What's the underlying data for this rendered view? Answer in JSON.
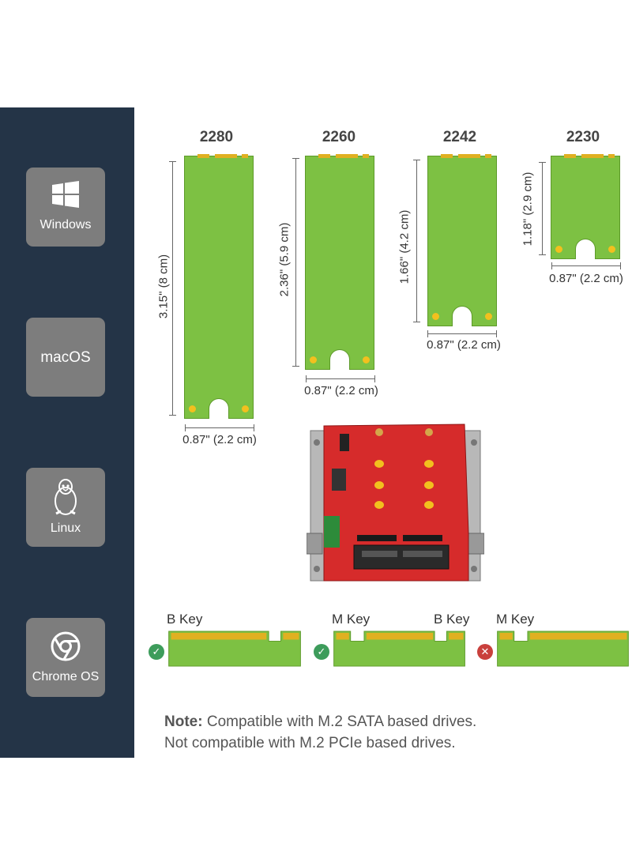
{
  "os_list": [
    {
      "label": "Windows",
      "icon": "windows-icon"
    },
    {
      "label": "macOS",
      "icon": ""
    },
    {
      "label": "Linux",
      "icon": "tux-penguin-icon"
    },
    {
      "label": "Chrome OS",
      "icon": "chrome-icon"
    }
  ],
  "modules": [
    {
      "size": "2280",
      "length": "3.15\" (8 cm)",
      "width": "0.87\" (2.2 cm)"
    },
    {
      "size": "2260",
      "length": "2.36\" (5.9 cm)",
      "width": "0.87\" (2.2 cm)"
    },
    {
      "size": "2242",
      "length": "1.66\" (4.2 cm)",
      "width": "0.87\" (2.2 cm)"
    },
    {
      "size": "2230",
      "length": "1.18\" (2.9 cm)",
      "width": "0.87\" (2.2 cm)"
    }
  ],
  "keys": [
    {
      "labels": [
        "B Key"
      ],
      "compatible": true
    },
    {
      "labels": [
        "M Key",
        "B Key"
      ],
      "compatible": true
    },
    {
      "labels": [
        "M Key"
      ],
      "compatible": false
    }
  ],
  "note": {
    "prefix": "Note:",
    "line1": " Compatible with M.2 SATA based drives.",
    "line2": "Not compatible with M.2 PCIe based drives."
  },
  "colors": {
    "sidebar": "#243447",
    "tile": "#7d7d7d",
    "module_green": "#7dc143",
    "contact_gold": "#e0b021",
    "compatible": "#3d9c5b",
    "incompatible": "#c9403c",
    "board_red": "#d62b2b"
  }
}
